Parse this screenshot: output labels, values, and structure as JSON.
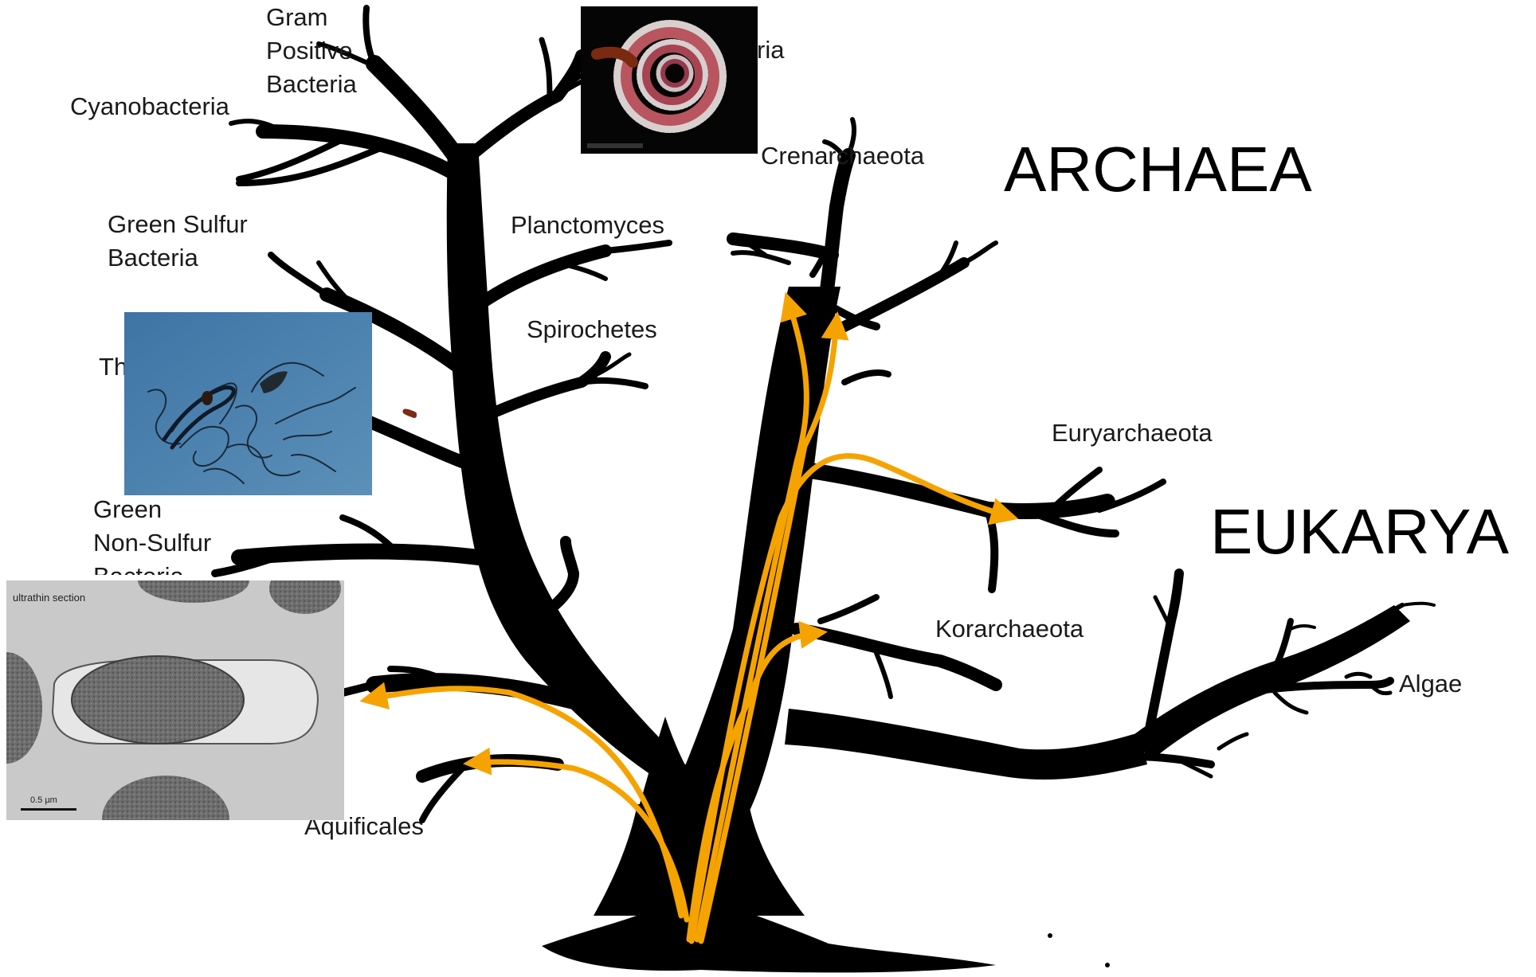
{
  "tree": {
    "trunk_color": "#000000",
    "arrow_color": "#f5a300"
  },
  "labels": {
    "gram_positive": "Gram\nPositive\nBacteria",
    "cyanobacteria": "Cyanobacteria",
    "green_sulfur": "Green Sulfur\nBacteria",
    "thermotogae_partial": "Th",
    "green_non_sulfur": "Green\nNon-Sulfur\nBacteria",
    "aquificales": "Aquificales",
    "planctomyces": "Planctomyces",
    "spirochetes": "Spirochetes",
    "proteobacteria_partial": "ria",
    "crenarchaeota": "Crenarchaeota",
    "euryarchaeota": "Euryarchaeota",
    "korarchaeota": "Korarchaeota",
    "algae": "Algae"
  },
  "domains": {
    "archaea": "ARCHAEA",
    "eukarya": "EUKARYA"
  },
  "photos": {
    "worm": {
      "subject": "segmented-worm",
      "background": "#050505"
    },
    "spirochete": {
      "subject": "spirochete-micrograph",
      "background": "#4a7fa9"
    },
    "ultrathin": {
      "subject": "bacterial-ultrathin-section",
      "caption": "ultrathin section",
      "scale_label": "0.5 µm",
      "background": "#c8c8c8"
    }
  }
}
